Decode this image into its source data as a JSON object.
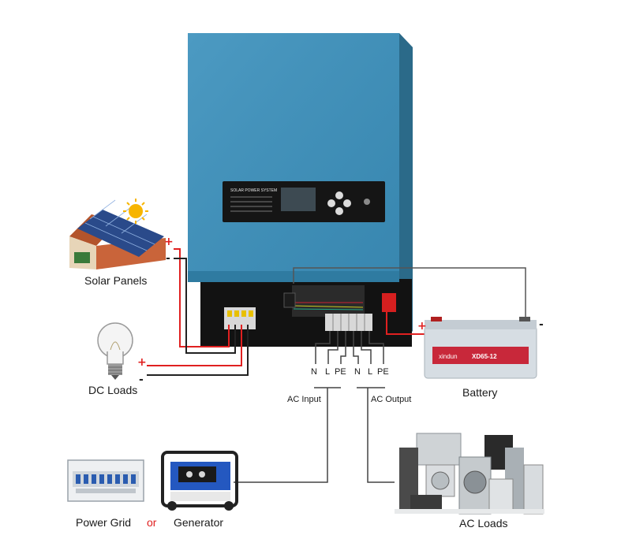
{
  "labels": {
    "solar_panels": "Solar Panels",
    "dc_loads": "DC Loads",
    "battery": "Battery",
    "ac_input": "AC Input",
    "ac_output": "AC Output",
    "power_grid": "Power Grid",
    "or": "or",
    "generator": "Generator",
    "ac_loads": "AC Loads"
  },
  "terminals": {
    "input": [
      "N",
      "L",
      "PE"
    ],
    "output": [
      "N",
      "L",
      "PE"
    ]
  },
  "polarity": {
    "plus": "+",
    "minus": "-"
  },
  "inverter_panel": {
    "title": "SOLAR POWER SYSTEM"
  },
  "battery_label": {
    "brand": "xindun",
    "model": "XD65-12"
  },
  "colors": {
    "inverter_body": "#3e8fb8",
    "wire_positive": "#e02020",
    "wire_negative": "#222222",
    "wire_ac": "#555555",
    "or_text": "#e02020"
  }
}
